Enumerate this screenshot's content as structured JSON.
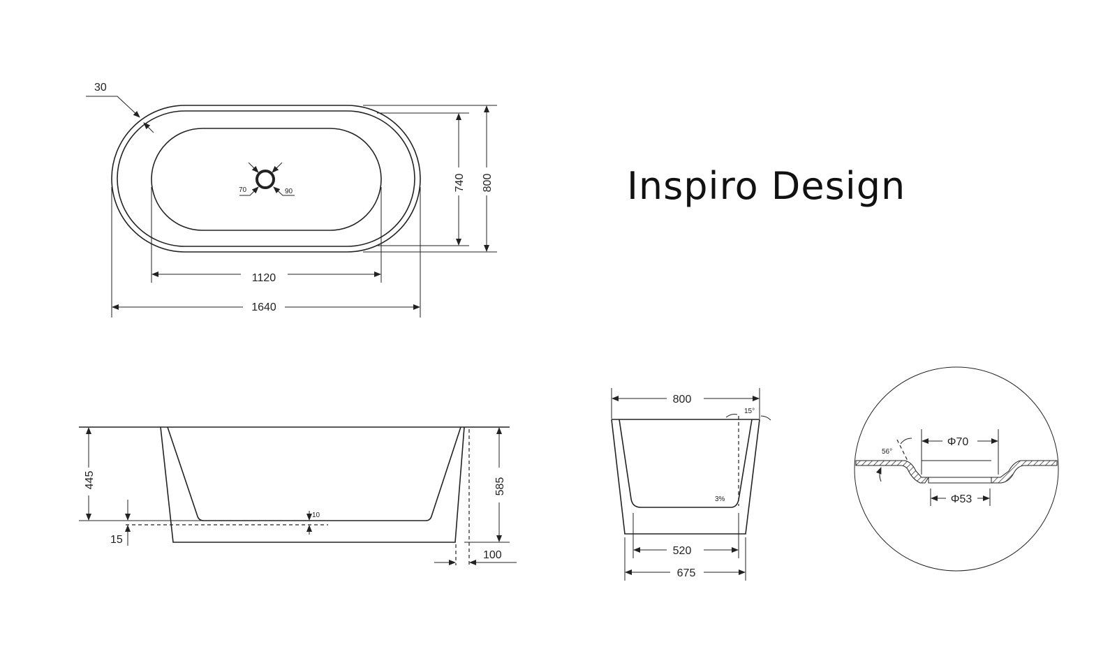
{
  "brand": "Inspiro Design",
  "top_view": {
    "rim_thickness": "30",
    "drain_left": "70",
    "drain_right": "90",
    "inner_width": "740",
    "outer_width": "800",
    "inner_length": "1120",
    "outer_length": "1640"
  },
  "side_view": {
    "basin_depth": "445",
    "drain_offset": "15",
    "floor_step": "10",
    "total_height": "585",
    "base_inset": "100"
  },
  "end_view": {
    "top_width": "800",
    "angle": "15°",
    "slope": "3%",
    "inner_base": "520",
    "outer_base": "675"
  },
  "drain_detail": {
    "angle": "56°",
    "top_diameter": "Φ70",
    "bottom_diameter": "Φ53"
  }
}
